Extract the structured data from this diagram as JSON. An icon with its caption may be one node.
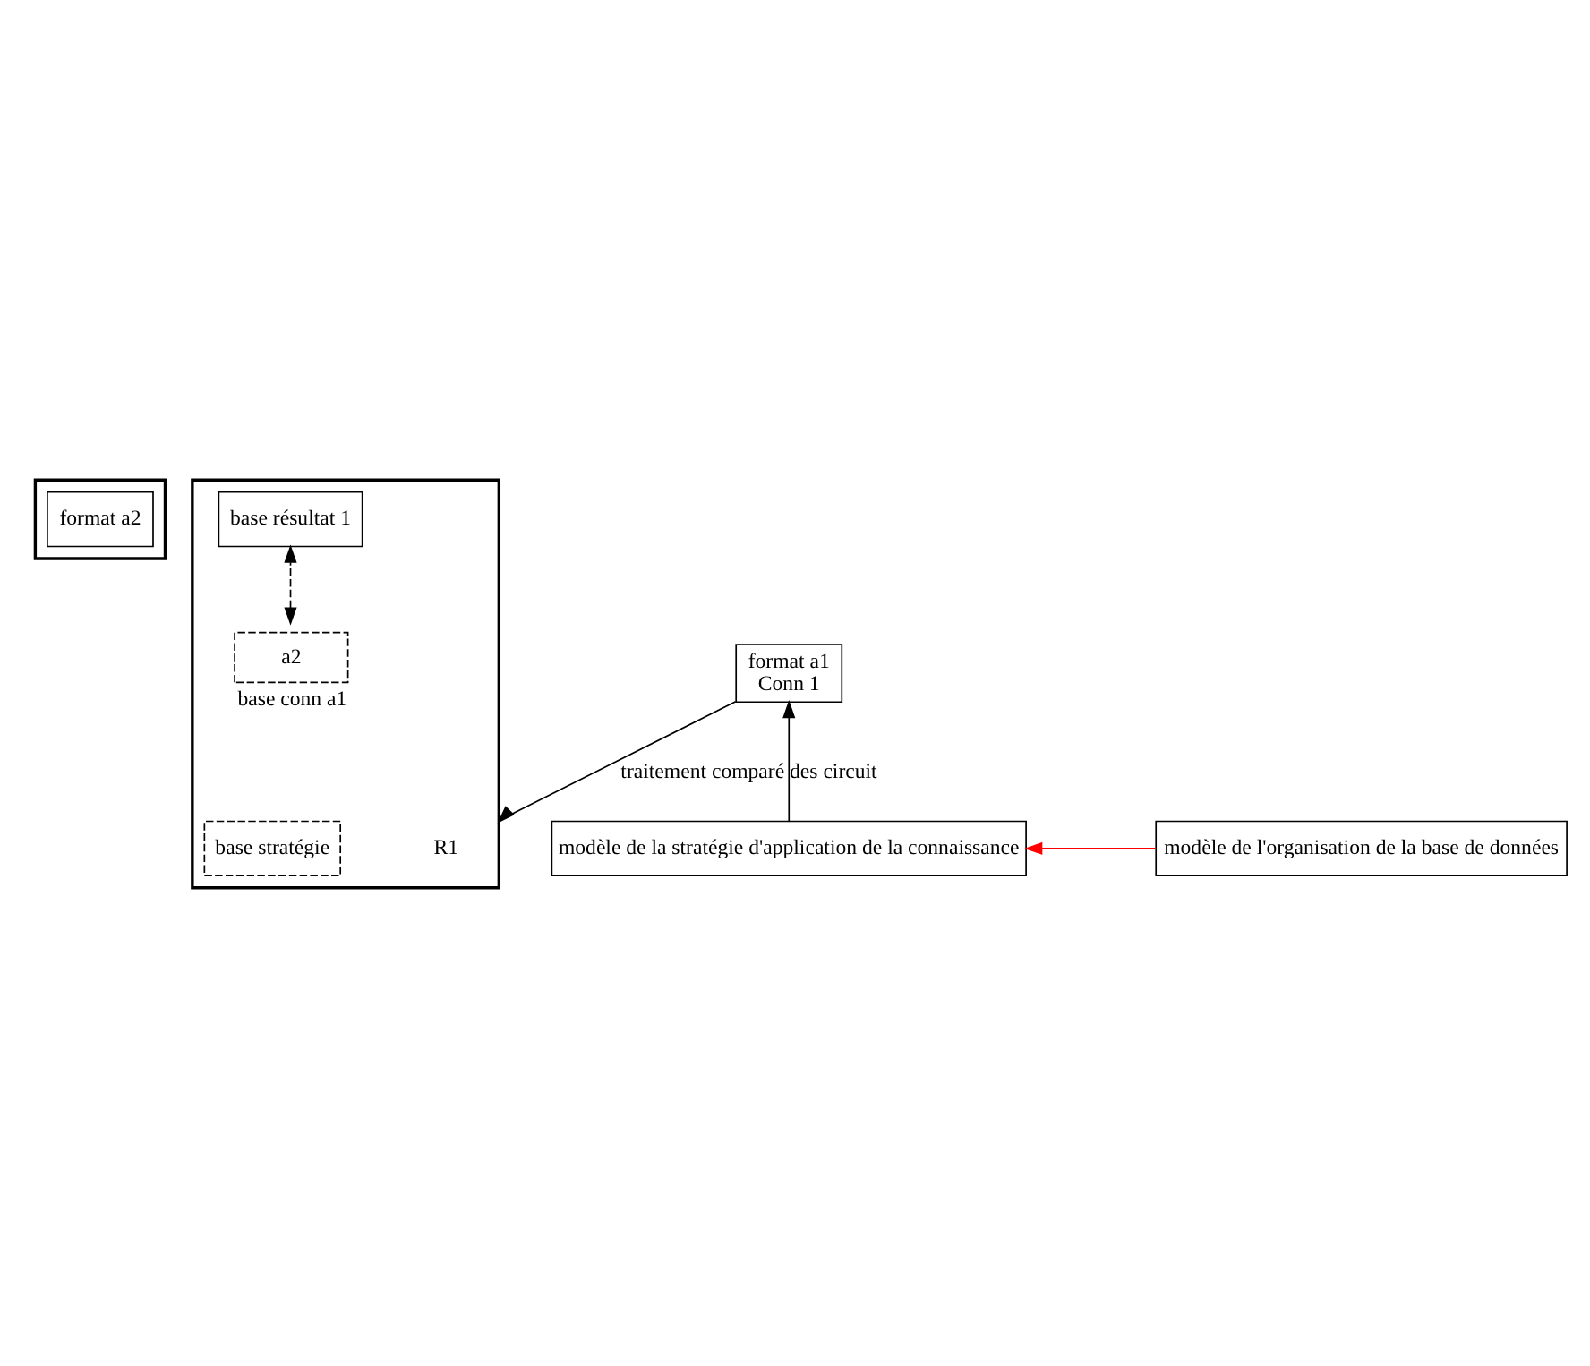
{
  "diagram": {
    "nodes": [
      {
        "text": [],
        "shape": "box"
      },
      {
        "text": [
          "format a2"
        ],
        "in": 0
      },
      {
        "text": [
          "format a1",
          "Conn 1"
        ]
      },
      {
        "text": [],
        "shape": "box"
      },
      {
        "text": [
          "R1"
        ],
        "in": 3
      },
      {
        "text": [
          "base stratégie"
        ],
        "in": 3
      },
      {
        "text": [
          "base résultat 1"
        ],
        "in": 3
      },
      {
        "text": [
          "a2"
        ],
        "in": 3,
        "beside": [
          "base conn a1"
        ]
      },
      {
        "text": [
          "modèle de la stratégie d'application de la connaissance"
        ]
      },
      {
        "text": [
          "modèle de l'organisation de la base de données"
        ]
      }
    ],
    "edges": [
      {
        "from": 2,
        "to": 3,
        "arrow": "to",
        "label": "traitement comparé des circuit"
      },
      {
        "from": 8,
        "to": 2,
        "arrow": "to"
      },
      {
        "from": 7,
        "to": 6,
        "arrow": "both",
        "style": "dashed"
      },
      {
        "from": 9,
        "to": 8,
        "arrow": "to",
        "color": "#ff0000"
      }
    ]
  }
}
